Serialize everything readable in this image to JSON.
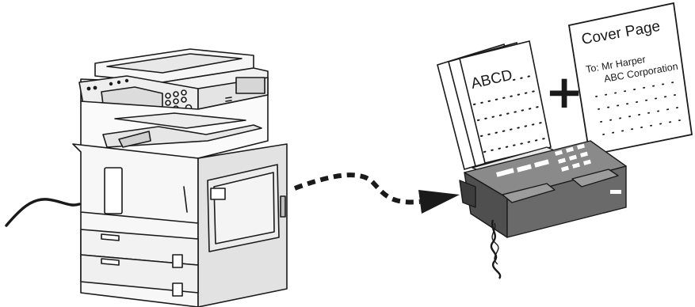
{
  "pages": {
    "first_page_text": "ABCD"
  },
  "plus_sign": "+",
  "cover_page": {
    "title": "Cover Page",
    "to_line": "To: Mr Harper",
    "company_line": "ABC Corporation"
  },
  "icons": {
    "machine": "multifunction-printer-icon",
    "fax": "fax-machine-icon",
    "cable": "power-cable-icon",
    "arrow": "dashed-arrow-icon"
  },
  "colors": {
    "ink": "#1a1a1a",
    "paper": "#ffffff",
    "device_body": "#f4f4f4",
    "device_shadow": "#cfcfcf",
    "fax_dark": "#5a5a5a",
    "fax_light": "#8a8a8a"
  }
}
